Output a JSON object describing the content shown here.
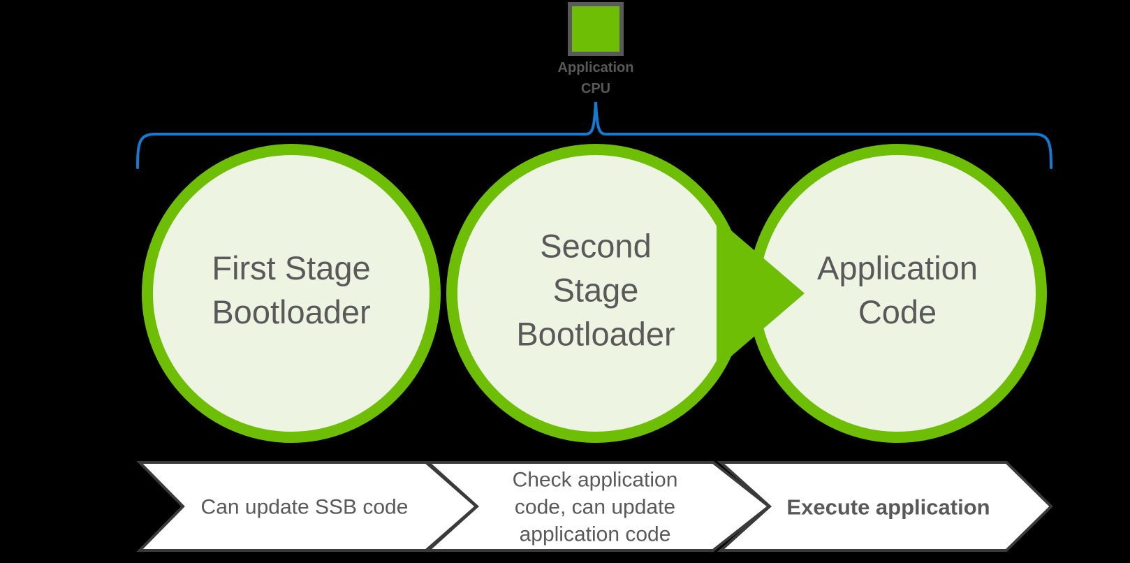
{
  "colors": {
    "background": "#000000",
    "green": "#6FBE06",
    "circle_fill": "#EDF4E1",
    "brace_blue": "#147BD1",
    "text_gray": "#595959",
    "chevron_border": "#3A3A3A",
    "chevron_fill": "#FFFFFF",
    "square_border": "#595959"
  },
  "cpu": {
    "label": "Application\nCPU"
  },
  "circles": [
    {
      "label": "First Stage\nBootloader"
    },
    {
      "label": "Second\nStage\nBootloader"
    },
    {
      "label": "Application\nCode"
    }
  ],
  "banners": [
    {
      "label": "Can update SSB code",
      "bold": false
    },
    {
      "label": "Check application\ncode, can update\napplication code",
      "bold": false
    },
    {
      "label": "Execute application",
      "bold": true
    }
  ]
}
